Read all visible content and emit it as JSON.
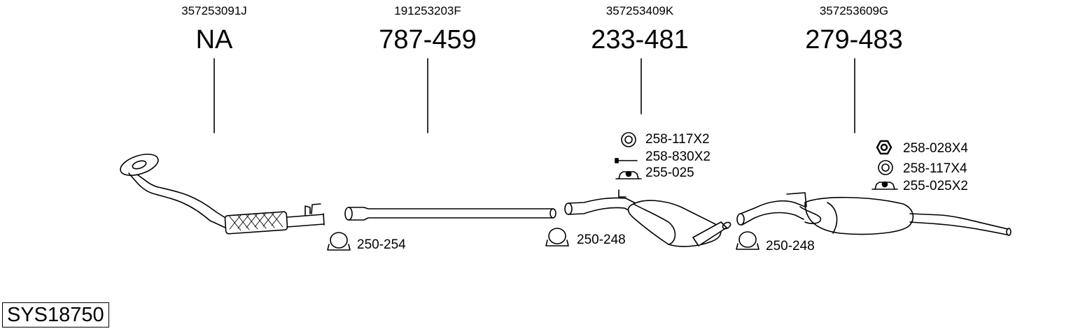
{
  "columns": [
    {
      "oem": "357253091J",
      "part": "NA"
    },
    {
      "oem": "191253203F",
      "part": "787-459"
    },
    {
      "oem": "357253409K",
      "part": "233-481"
    },
    {
      "oem": "357253609G",
      "part": "279-483"
    }
  ],
  "clamps": [
    {
      "label": "250-254"
    },
    {
      "label": "250-248"
    },
    {
      "label": "250-248"
    }
  ],
  "fittings_middle": [
    {
      "label": "258-117X2",
      "icon": "ring-icon"
    },
    {
      "label": "258-830X2",
      "icon": "bolt-icon"
    },
    {
      "label": "255-025",
      "icon": "hanger-icon"
    }
  ],
  "fittings_rear": [
    {
      "label": "258-028X4",
      "icon": "hex-nut-icon"
    },
    {
      "label": "258-117X4",
      "icon": "ring-icon"
    },
    {
      "label": "255-025X2",
      "icon": "hanger-icon"
    }
  ],
  "system_code": "SYS18750"
}
